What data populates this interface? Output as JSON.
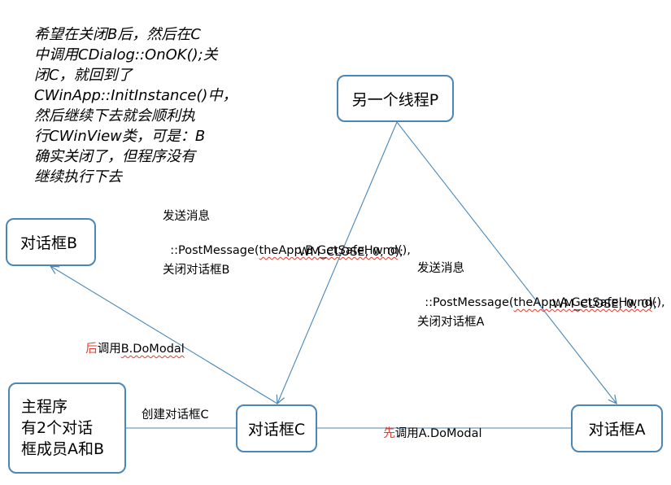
{
  "note": "希望在关闭B后，然后在C\n中调用CDialog::OnOK();关\n闭C，就回到了\nCWinApp::InitInstance()中，\n然后继续下去就会顺利执\n行CWinView类，可是：B\n确实关闭了，但程序没有\n继续执行下去",
  "nodes": {
    "thread_p": "另一个线程P",
    "dialog_b": "对话框B",
    "main": "主程序\n有2个对话\n框成员A和B",
    "dialog_c": "对话框C",
    "dialog_a": "对话框A"
  },
  "labels": {
    "send_b_title": "发送消息",
    "send_b_call_prefix": "::PostMessage(",
    "send_b_call_ul": "theApp.B.GetSafeHwnd",
    "send_b_call_suffix": "(),",
    "send_b_args": "WM_CLOSE, 0, 0);",
    "close_b": "关闭对话框B",
    "send_a_title": "发送消息",
    "send_a_call_prefix": "::PostMessage(",
    "send_a_call_ul": "theApp.A.GetSafeHwnd",
    "send_a_call_suffix": "(),",
    "send_a_args": "WM_CLOSE, 0, 0);",
    "close_a": "关闭对话框A",
    "after_prefix": "后",
    "after_mid": "调用",
    "after_ul": "B.DoModal",
    "first_prefix": "先",
    "first_rest": "调用A.DoModal",
    "create_c": "创建对话框C"
  },
  "colors": {
    "line": "#4a87b6",
    "highlight": "#e53b2c"
  }
}
